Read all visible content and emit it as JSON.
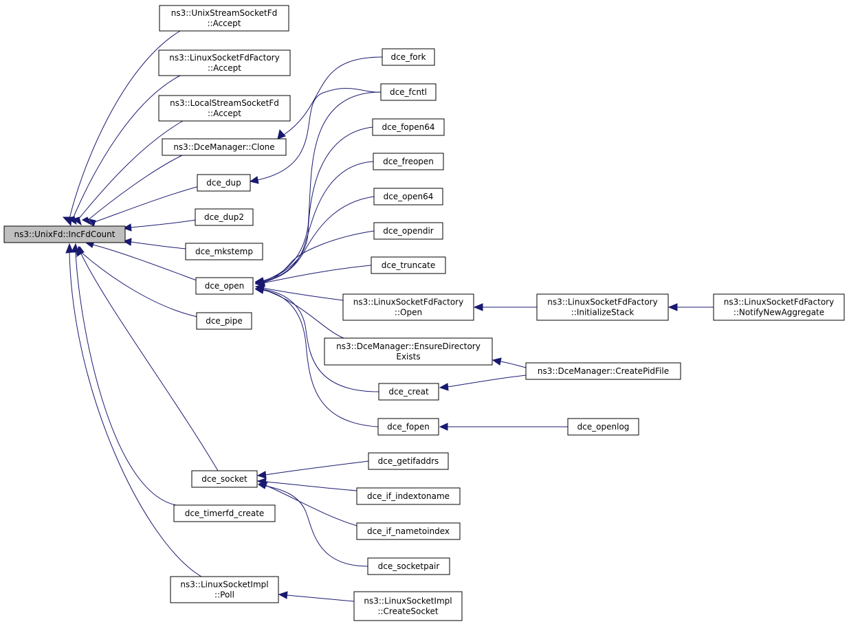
{
  "colors": {
    "edge": "#191970",
    "root_fill": "#bfbfbf",
    "node_fill": "#ffffff",
    "node_border": "#000000"
  },
  "nodes": {
    "root": [
      "ns3::UnixFd::IncFdCount"
    ],
    "unixstream_accept": [
      "ns3::UnixStreamSocketFd",
      "::Accept"
    ],
    "linuxfactory_accept": [
      "ns3::LinuxSocketFdFactory",
      "::Accept"
    ],
    "localstream_accept": [
      "ns3::LocalStreamSocketFd",
      "::Accept"
    ],
    "dcemanager_clone": [
      "ns3::DceManager::Clone"
    ],
    "dce_dup": [
      "dce_dup"
    ],
    "dce_dup2": [
      "dce_dup2"
    ],
    "dce_mkstemp": [
      "dce_mkstemp"
    ],
    "dce_open": [
      "dce_open"
    ],
    "dce_pipe": [
      "dce_pipe"
    ],
    "dce_socket": [
      "dce_socket"
    ],
    "dce_timerfd_create": [
      "dce_timerfd_create"
    ],
    "linuxsocketimpl_poll": [
      "ns3::LinuxSocketImpl",
      "::Poll"
    ],
    "dce_fork": [
      "dce_fork"
    ],
    "dce_fcntl": [
      "dce_fcntl"
    ],
    "dce_fopen64": [
      "dce_fopen64"
    ],
    "dce_freopen": [
      "dce_freopen"
    ],
    "dce_open64": [
      "dce_open64"
    ],
    "dce_opendir": [
      "dce_opendir"
    ],
    "dce_truncate": [
      "dce_truncate"
    ],
    "linuxfactory_open": [
      "ns3::LinuxSocketFdFactory",
      "::Open"
    ],
    "dcemanager_ensuredir": [
      "ns3::DceManager::EnsureDirectory",
      "Exists"
    ],
    "dce_creat": [
      "dce_creat"
    ],
    "dce_fopen": [
      "dce_fopen"
    ],
    "dce_getifaddrs": [
      "dce_getifaddrs"
    ],
    "dce_if_indextoname": [
      "dce_if_indextoname"
    ],
    "dce_if_nametoindex": [
      "dce_if_nametoindex"
    ],
    "dce_socketpair": [
      "dce_socketpair"
    ],
    "linuxsocketimpl_createsocket": [
      "ns3::LinuxSocketImpl",
      "::CreateSocket"
    ],
    "linuxfactory_initstack": [
      "ns3::LinuxSocketFdFactory",
      "::InitializeStack"
    ],
    "dcemanager_createpidfile": [
      "ns3::DceManager::CreatePidFile"
    ],
    "dce_openlog": [
      "dce_openlog"
    ],
    "linuxfactory_notify": [
      "ns3::LinuxSocketFdFactory",
      "::NotifyNewAggregate"
    ]
  }
}
